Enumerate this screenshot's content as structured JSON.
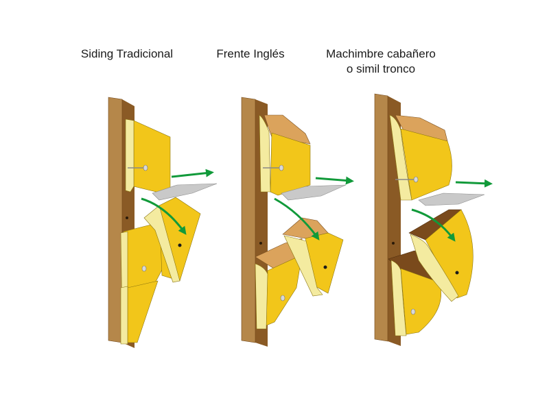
{
  "panels": [
    {
      "title": "Siding Tradicional"
    },
    {
      "title": "Frente Inglés"
    },
    {
      "title_line1": "Machimbre cabañero",
      "title_line2": "o simil tronco"
    }
  ],
  "colors": {
    "post_front": "#b5874a",
    "post_side": "#8a5a25",
    "board_yellow": "#f2c61a",
    "board_edge": "#f4eba0",
    "board_tan": "#dba35c",
    "arrow_green": "#119a3a",
    "clip_gray": "#c9c9c9"
  },
  "icons": [
    "green-arrow-icon",
    "nail-icon",
    "metal-clip-icon"
  ]
}
